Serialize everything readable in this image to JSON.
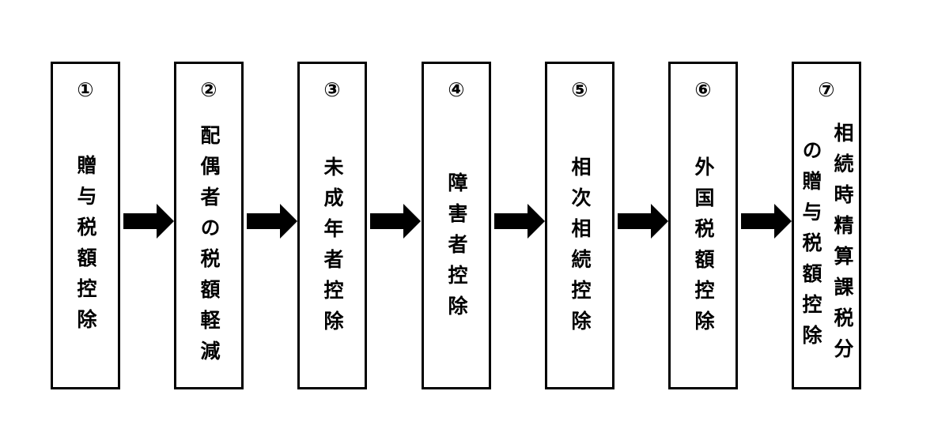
{
  "steps": [
    {
      "number": "①",
      "label": "贈与税額控除"
    },
    {
      "number": "②",
      "label": "配偶者の税額軽減"
    },
    {
      "number": "③",
      "label": "未成年者控除"
    },
    {
      "number": "④",
      "label": "障害者控除"
    },
    {
      "number": "⑤",
      "label": "相次相続控除"
    },
    {
      "number": "⑥",
      "label": "外国税額控除"
    },
    {
      "number": "⑦",
      "label_line1": "相続時精算課税分",
      "label_line2": "の贈与税額控除"
    }
  ],
  "colors": {
    "stroke": "#000000",
    "background": "#ffffff"
  }
}
